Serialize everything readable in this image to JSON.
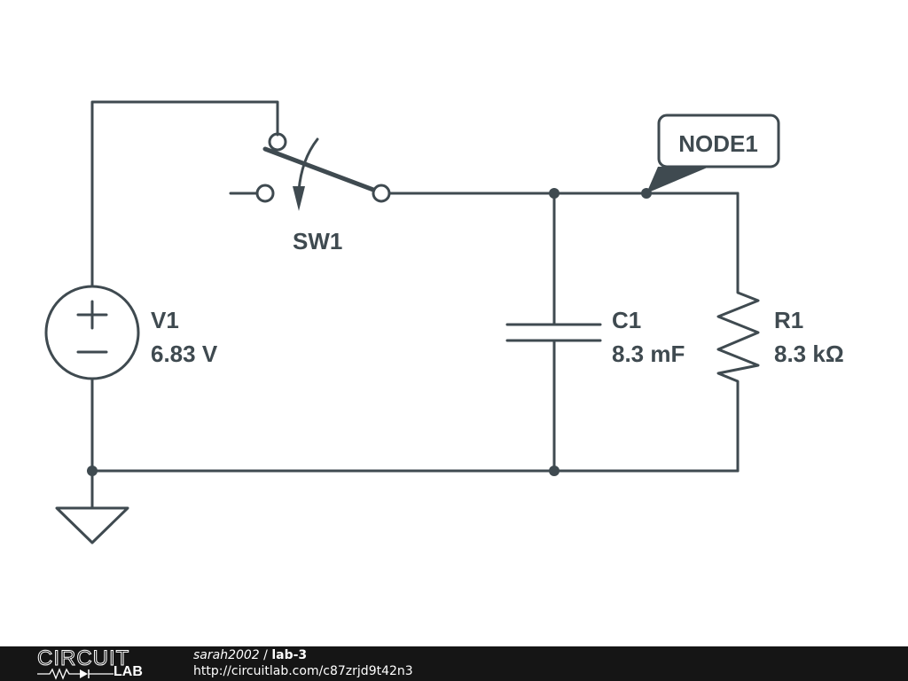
{
  "schematic": {
    "components": {
      "source": {
        "name": "V1",
        "value": "6.83 V",
        "plus": "+",
        "minus": "−"
      },
      "switch": {
        "name": "SW1"
      },
      "capacitor": {
        "name": "C1",
        "value": "8.3 mF"
      },
      "resistor": {
        "name": "R1",
        "value": "8.3 kΩ"
      },
      "node_label": {
        "name": "NODE1"
      }
    },
    "colors": {
      "ink": "#3f4a50",
      "background": "#ffffff",
      "footer": "#151515"
    }
  },
  "footer": {
    "logo_top": "CIRCUIT",
    "logo_bottom": "LAB",
    "user": "sarah2002",
    "separator": " / ",
    "project": "lab-3",
    "url": "http://circuitlab.com/c87zrjd9t42n3"
  }
}
